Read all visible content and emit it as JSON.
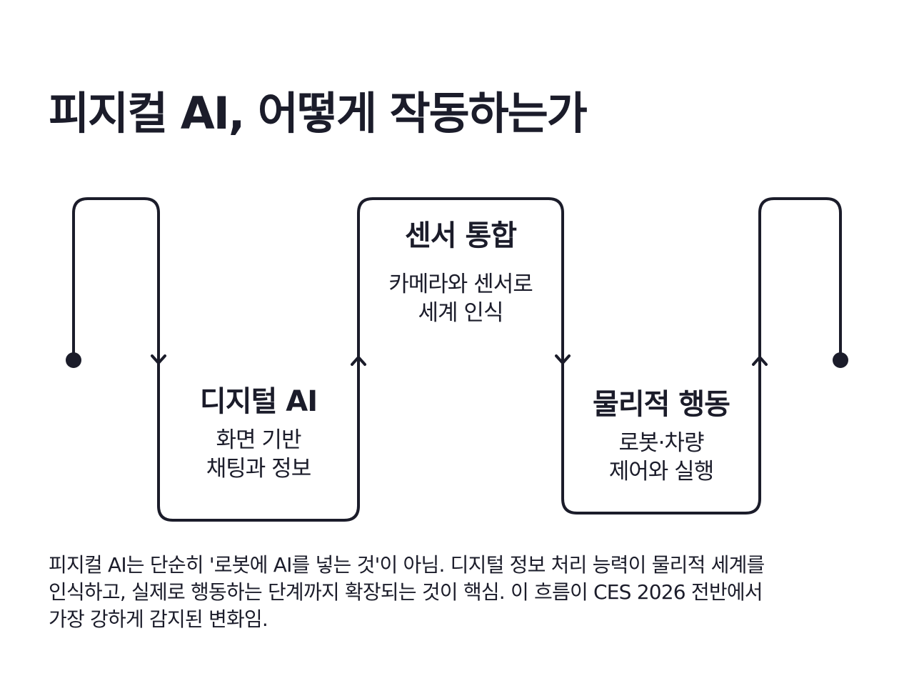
{
  "title": "피지컬 AI, 어떻게 작동하는가",
  "stages": [
    {
      "title": "디지털 AI",
      "desc": [
        "화면 기반",
        "채팅과 정보"
      ]
    },
    {
      "title": "센서 통합",
      "desc": [
        "카메라와 센서로",
        "세계 인식"
      ]
    },
    {
      "title": "물리적 행동",
      "desc": [
        "로봇·차량",
        "제어와 실행"
      ]
    }
  ],
  "caption": [
    "피지컬 AI는 단순히 '로봇에 AI를 넣는 것'이 아님. 디지털 정보 처리 능력이 물리적 세계를",
    "인식하고, 실제로 행동하는 단계까지 확장되는 것이 핵심. 이 흐름이 CES 2026 전반에서",
    "가장 강하게 감지된 변화임."
  ],
  "colors": {
    "ink": "#1b1c2a",
    "background": "#ffffff"
  }
}
